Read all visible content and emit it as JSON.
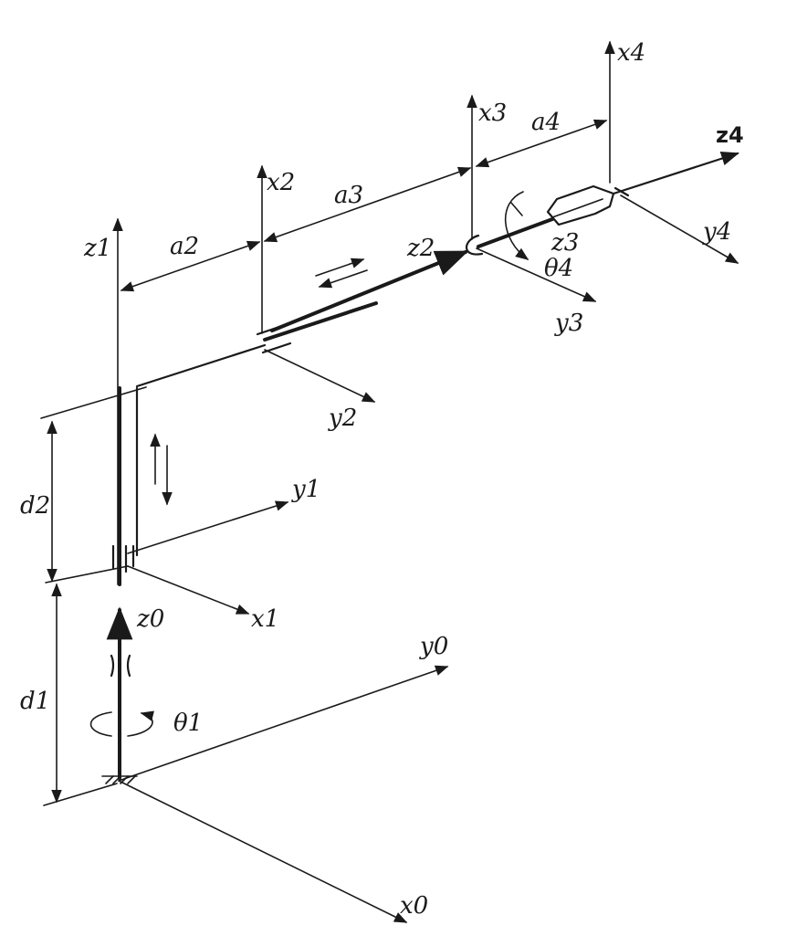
{
  "labels": {
    "z1": "z1",
    "x2": "x2",
    "x3": "x3",
    "x4": "x4",
    "z4": "z4",
    "a2": "a2",
    "a3": "a3",
    "a4": "a4",
    "z2": "z2",
    "z3": "z3",
    "theta4": "θ4",
    "y2": "y2",
    "y3": "y3",
    "y4": "y4",
    "d2": "d2",
    "y1": "y1",
    "x1": "x1",
    "z0": "z0",
    "d1": "d1",
    "y0": "y0",
    "theta1": "θ1",
    "x0": "x0"
  }
}
